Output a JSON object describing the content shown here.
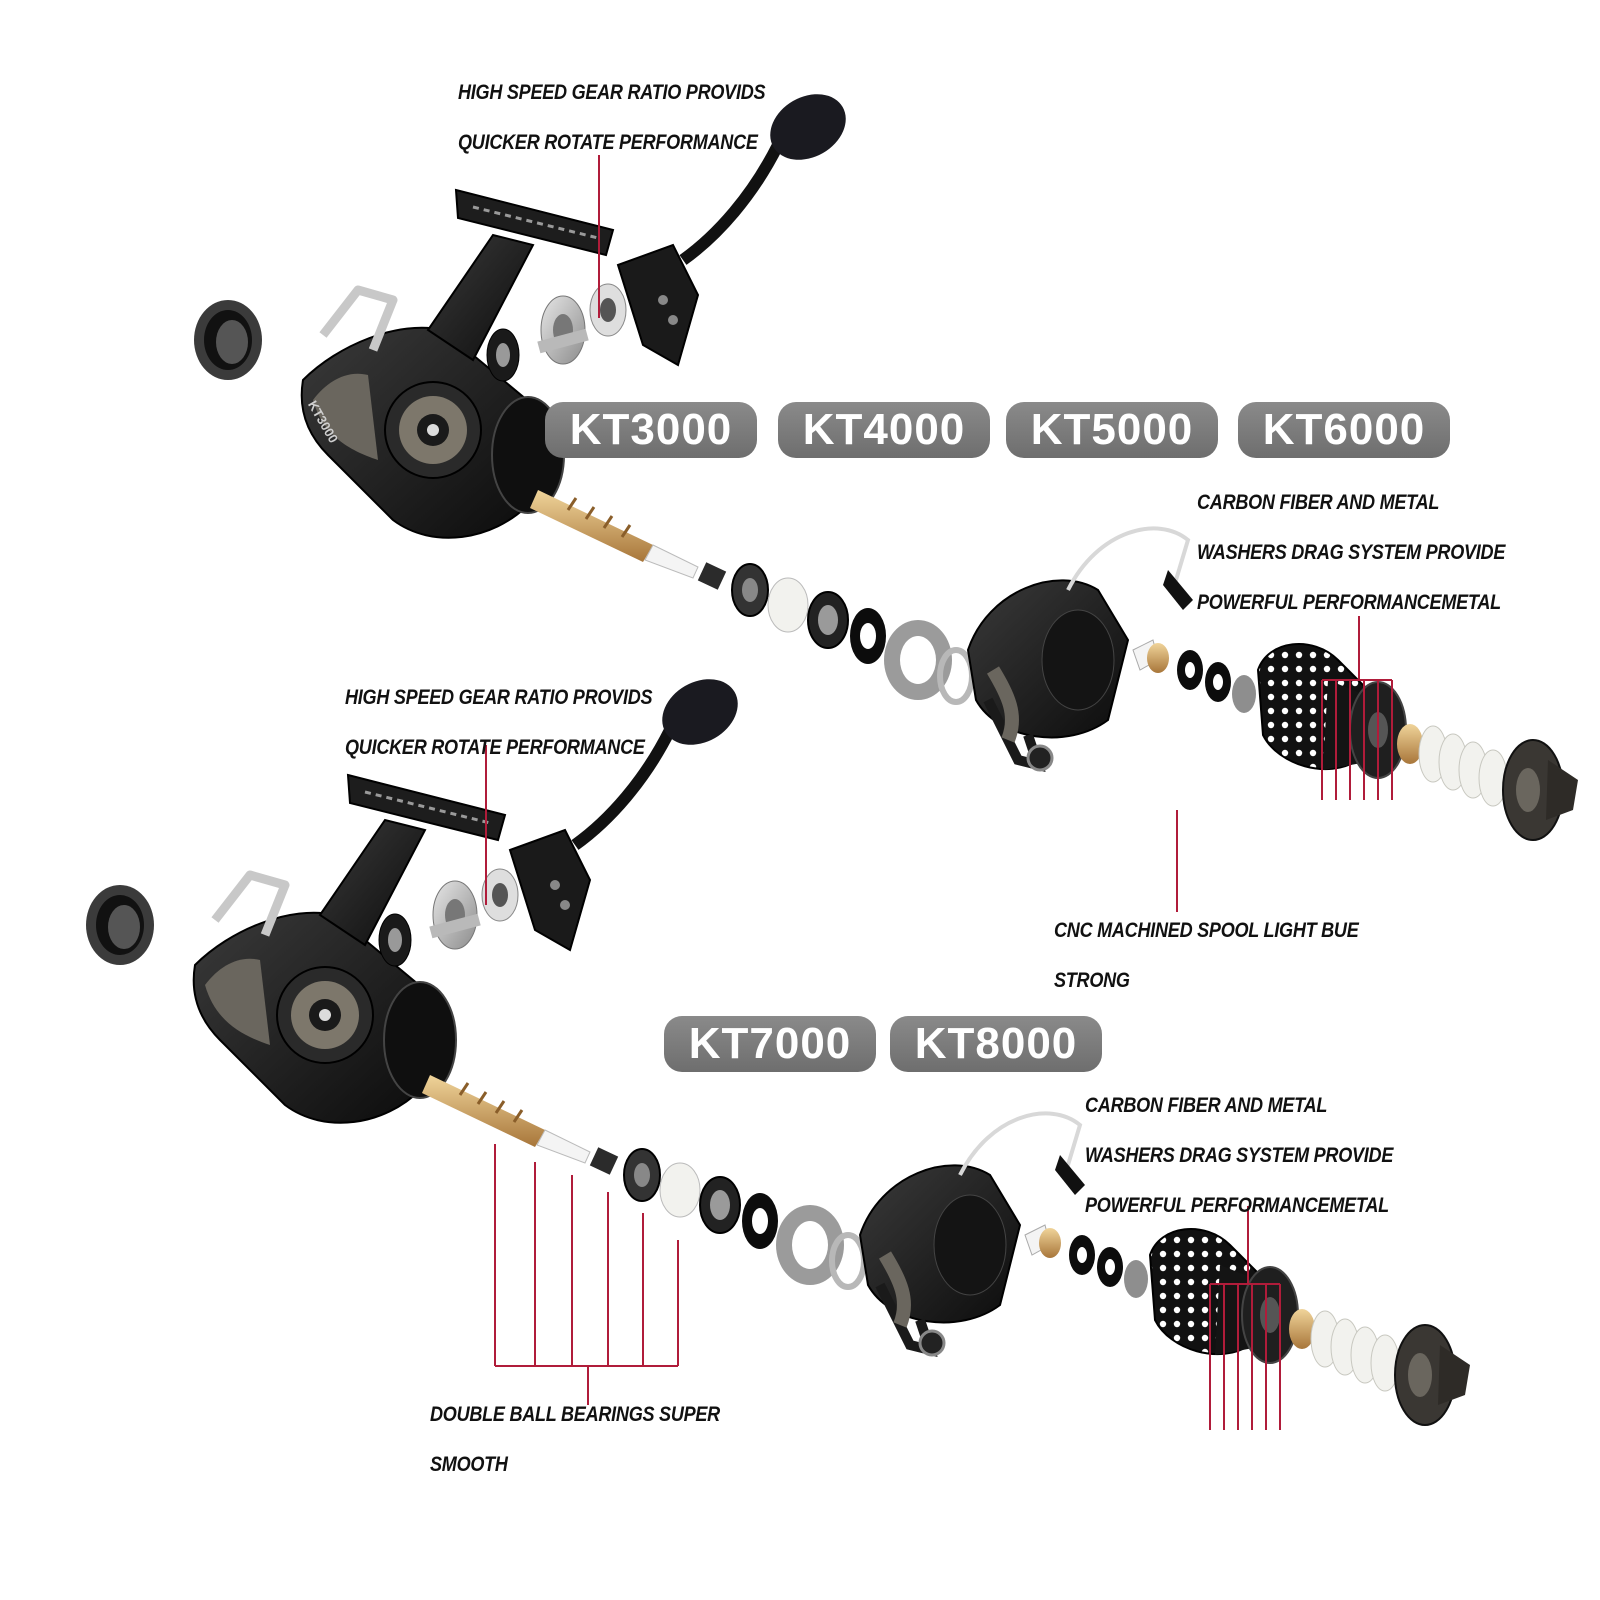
{
  "colors": {
    "leader_line": "#b01c3a",
    "pill_bg": "#7a7a7a",
    "pill_text": "#ffffff",
    "callout_text": "#111111",
    "reel_body": "#1a1a1a",
    "brass": "#c9a25e",
    "white_washer": "#f2f2ee"
  },
  "models_row1": [
    "KT3000",
    "KT4000",
    "KT5000",
    "KT6000"
  ],
  "models_row2": [
    "KT7000",
    "KT8000"
  ],
  "reel_marking": "KT3000",
  "callouts": {
    "gear_top": [
      "HIGH SPEED GEAR RATIO PROVIDS",
      "QUICKER ROTATE PERFORMANCE"
    ],
    "drag_top": [
      "CARBON FIBER AND METAL",
      "WASHERS DRAG SYSTEM PROVIDE",
      "POWERFUL PERFORMANCEMETAL"
    ],
    "gear_mid": [
      "HIGH SPEED GEAR RATIO PROVIDS",
      "QUICKER ROTATE PERFORMANCE"
    ],
    "spool": [
      "CNC MACHINED SPOOL LIGHT BUE",
      "STRONG"
    ],
    "drag_bottom": [
      "CARBON FIBER AND METAL",
      "WASHERS DRAG SYSTEM PROVIDE",
      "POWERFUL PERFORMANCEMETAL"
    ],
    "bearings": [
      "DOUBLE  BALL BEARINGS SUPER",
      "SMOOTH"
    ]
  }
}
